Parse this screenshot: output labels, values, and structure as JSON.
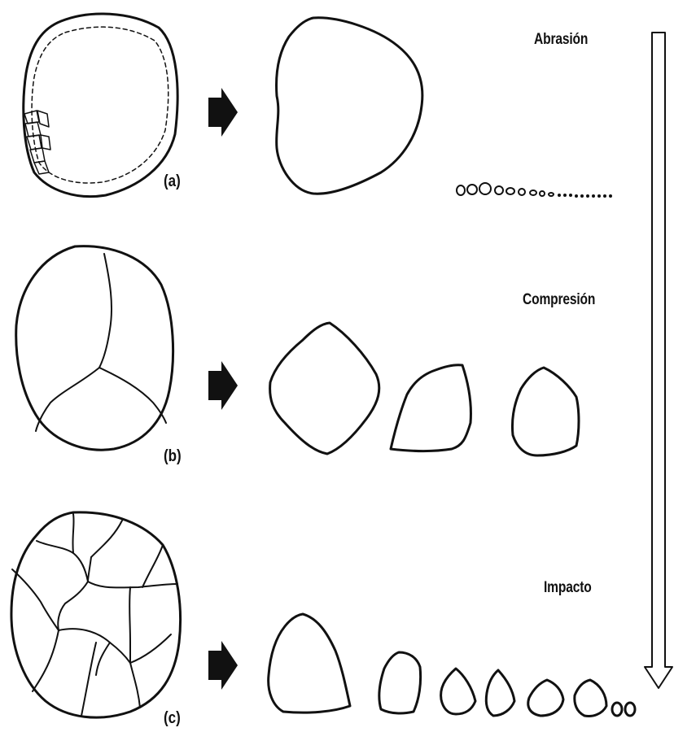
{
  "mechanisms": [
    {
      "label": "Abrasión"
    },
    {
      "label": "Compresión"
    },
    {
      "label": "Impacto"
    }
  ],
  "cases": [
    {
      "label": "(a)"
    },
    {
      "label": "(b)"
    },
    {
      "label": "(c)"
    }
  ]
}
